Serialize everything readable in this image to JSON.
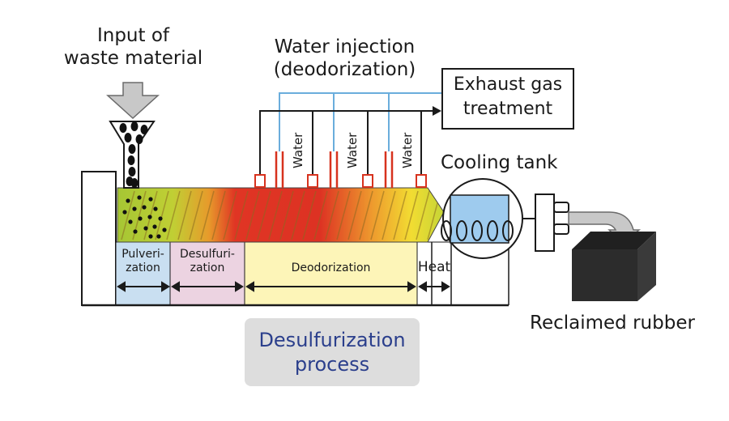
{
  "labels": {
    "input": "Input of\nwaste material",
    "water_injection": "Water injection\n(deodorization)",
    "exhaust": "Exhaust gas\ntreatment",
    "cooling_tank": "Cooling tank",
    "reclaimed_rubber": "Reclaimed rubber",
    "process": "Desulfurization\nprocess",
    "water_1": "Water",
    "water_2": "Water",
    "water_3": "Water"
  },
  "stages": {
    "pulverization": "Pulveri-\nzation",
    "desulfurization": "Desulfuri-\nzation",
    "deodorization": "Deodorization",
    "heat": "Heat"
  },
  "colors": {
    "pulverization_bg": "#c9dff1",
    "desulfurization_bg": "#ecd3e1",
    "deodorization_bg": "#fdf5b8",
    "water_pipe": "#6aaddc",
    "cooling_water": "#9ecbee",
    "nozzle": "#d7321e",
    "heat_red": "#e03524",
    "heat_yellow": "#f2dc32",
    "heat_green": "#a8c734",
    "process_text": "#2b3f8c"
  }
}
